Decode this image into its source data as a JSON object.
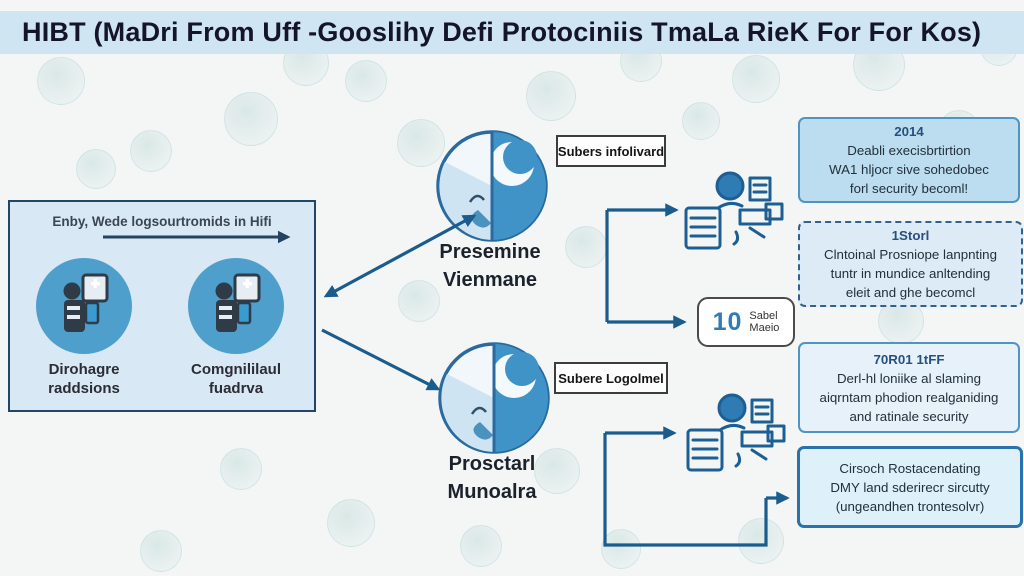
{
  "title": "HIBT (MaDri From Uff -Gooslihy Defi Protociniis TmaLa RieK For For Kos)",
  "left_panel": {
    "header": "Enby, Wede logsourtromids in Hifi",
    "items": [
      {
        "line1": "Dirohagre",
        "line2": "raddsions"
      },
      {
        "line1": "Comgnililaul",
        "line2": "fuadrva"
      }
    ]
  },
  "stages": [
    {
      "line1": "Presemine",
      "line2": "Vienmane",
      "tag": "Subers infolivard"
    },
    {
      "line1": "Prosctarl",
      "line2": "Munoalra",
      "tag": "Subere Logolmel"
    }
  ],
  "badge": {
    "number": "10",
    "line1": "Sabel",
    "line2": "Maeio"
  },
  "outcomes": [
    {
      "lines": [
        "2014",
        "Deabli execisbrtirtion",
        "WA1 hljocr sive sohedobec",
        "forl security becoml!"
      ]
    },
    {
      "lines": [
        "1Storl",
        "Clntoinal Prosniope lanpnting",
        "tuntr in mundice anltending",
        "eleit and ghe becomcl"
      ]
    },
    {
      "lines": [
        "70R01 1tFF",
        "Derl-hl loniike al slaming",
        "aiqrntam phodion realganiding",
        "and ratinale security"
      ]
    },
    {
      "lines": [
        "Cirsoch Rostacendating",
        "DMY land sderirecr sircutty",
        "(ungeandhen trontesolvr)"
      ]
    }
  ],
  "colors": {
    "title_band": "#cfe5f2",
    "panel_fill": "#d8e9f5",
    "accent_blue": "#2e78ad",
    "connector_blue": "#1a5c8e",
    "circle_fill": "#4f9fcc",
    "outcome_fill_strong": "#bcdcef",
    "outcome_fill_light": "#e2eff8"
  }
}
